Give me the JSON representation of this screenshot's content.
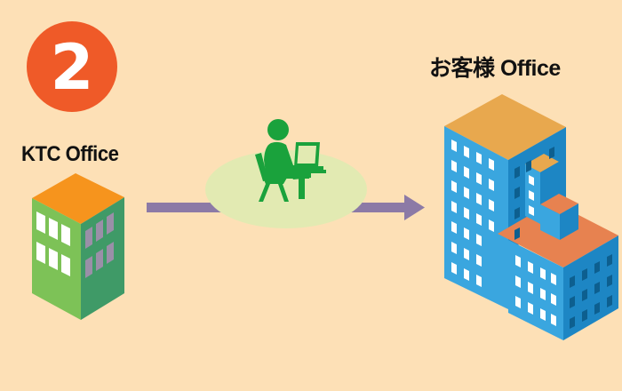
{
  "step": {
    "number": "2"
  },
  "source": {
    "label": "KTC Office"
  },
  "destination": {
    "label": "お客様 Office"
  },
  "colors": {
    "background": "#fde0b6",
    "badge": "#ef5a28",
    "arrow": "#8c7aa6",
    "ellipse": "#e2eab2",
    "worker": "#1aa23c",
    "ktc_roof": "#f6941d",
    "ktc_front": "#7dc257",
    "ktc_side": "#3f9a67",
    "client_roof": "#e8a84e",
    "client_front": "#3aa6df",
    "client_side": "#1d86c4",
    "client_annex_roof": "#e78250"
  },
  "icons": [
    "remote-worker-icon",
    "ktc-building-icon",
    "client-building-icon",
    "arrow-icon"
  ]
}
